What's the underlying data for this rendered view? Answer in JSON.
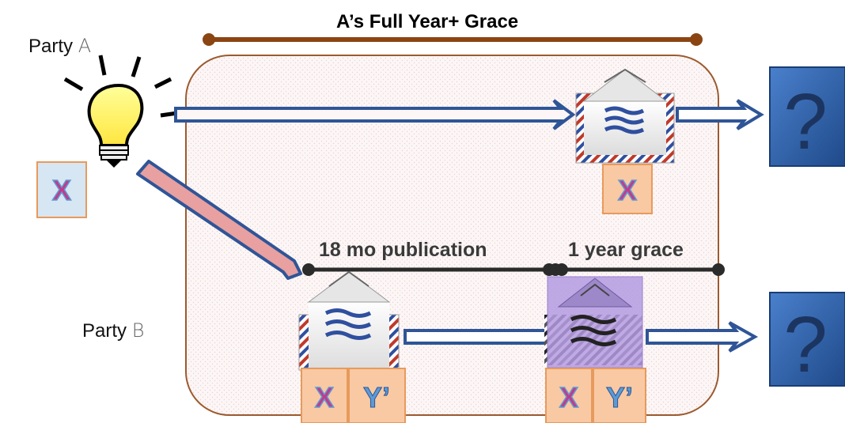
{
  "title": "A’s Full Year+ Grace",
  "party_a": {
    "prefix": "Party ",
    "letter": "A"
  },
  "party_b": {
    "prefix": "Party ",
    "letter": "B"
  },
  "timeline": {
    "segment_1": "18 mo publication",
    "segment_2": "1 year grace"
  },
  "claims": {
    "x": "X",
    "y_prime": "Y’"
  },
  "unknown": "?",
  "colors": {
    "grace_bar": "#8b4513",
    "grace_box_border": "#9c5a2e",
    "arrow_blue": "#2f5597",
    "diagonal_arrow_fill": "#e8a0a0",
    "claim_box_fill": "#f8c9a3",
    "claim_box_border": "#e89a5c",
    "claim_x_text": "#c23b8a",
    "claim_y_text": "#5b9bd5",
    "x_box_left_fill": "#d6e6f3",
    "question_box": "#2e5fa8",
    "purple_overlay": "#b49be0"
  },
  "icons": [
    "lightbulb-icon",
    "envelope-icon",
    "question-mark-icon"
  ]
}
